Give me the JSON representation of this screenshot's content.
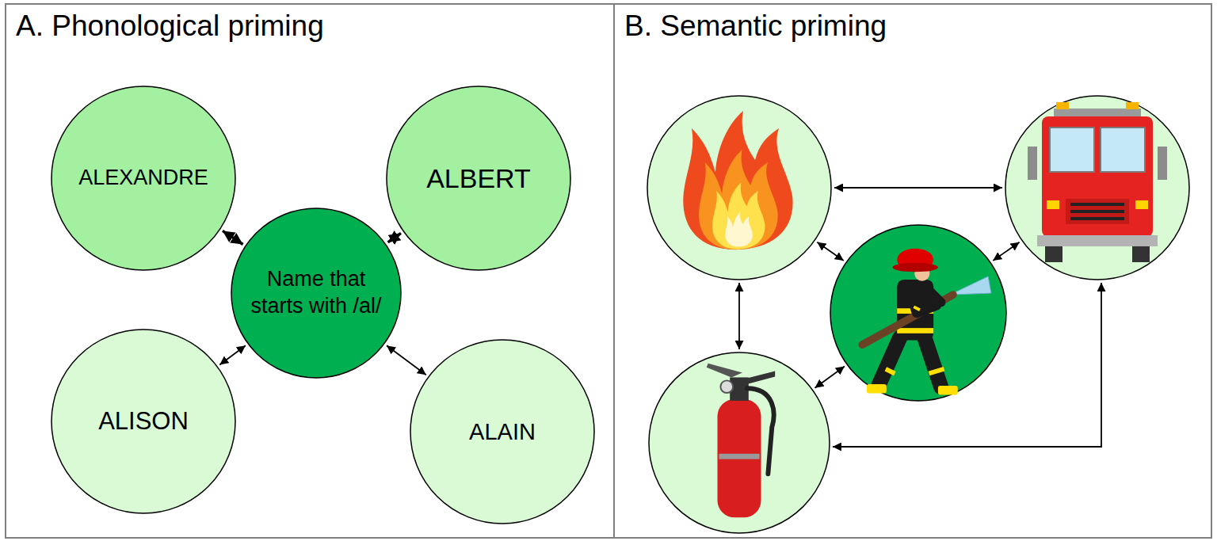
{
  "diagram": {
    "nodes": [
      {
        "text": [
          "A. Phonological priming"
        ]
      },
      {
        "text": [
          "ALEXANDRE"
        ],
        "in": 0
      },
      {
        "text": [
          "ALBERT"
        ],
        "in": 0
      },
      {
        "text": [
          "Name that starts with /al/"
        ],
        "in": 0
      },
      {
        "text": [
          "ALISON"
        ],
        "in": 0
      },
      {
        "text": [
          "ALAIN"
        ],
        "in": 0
      },
      {
        "text": [
          "B. Semantic priming"
        ]
      },
      {
        "in": 6
      },
      {
        "in": 6
      },
      {
        "in": 6
      },
      {
        "in": 6
      }
    ],
    "edges": [
      {
        "from": 3,
        "to": 1,
        "arrow": "both"
      },
      {
        "from": 3,
        "to": 2,
        "arrow": "both"
      },
      {
        "from": 3,
        "to": 4,
        "arrow": "both"
      },
      {
        "from": 3,
        "to": 5,
        "arrow": "both"
      },
      {
        "from": 7,
        "to": 8,
        "arrow": "both"
      },
      {
        "from": 7,
        "to": 9,
        "arrow": "both"
      },
      {
        "from": 8,
        "to": 9,
        "arrow": "both"
      },
      {
        "from": 7,
        "to": 10,
        "arrow": "both"
      },
      {
        "from": 10,
        "to": 9,
        "arrow": "both"
      },
      {
        "from": 10,
        "to": 8,
        "arrow": "both"
      }
    ]
  }
}
